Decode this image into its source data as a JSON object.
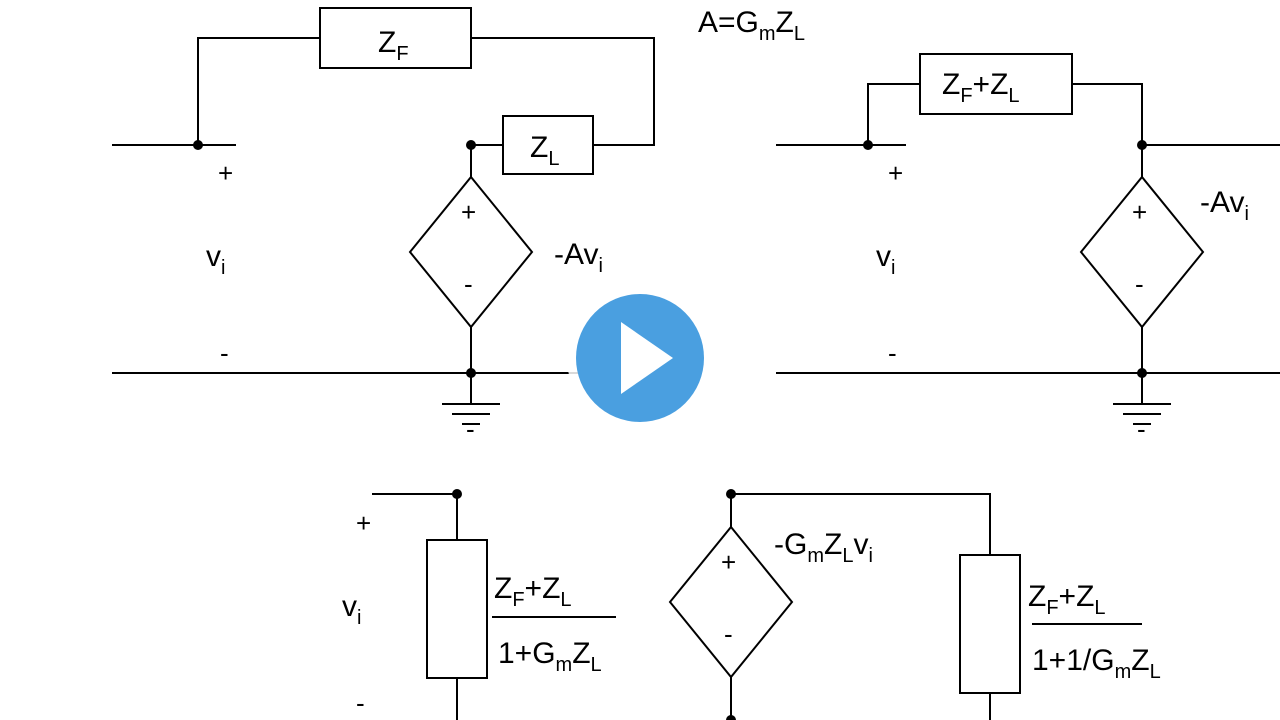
{
  "equation": {
    "main": "A=G",
    "sub1": "m",
    "mid": "Z",
    "sub2": "L"
  },
  "circuit1": {
    "zf": {
      "main": "Z",
      "sub": "F"
    },
    "zl": {
      "main": "Z",
      "sub": "L"
    },
    "plus": "+",
    "minus": "-",
    "vi": {
      "main": "v",
      "sub": "i"
    },
    "src_plus": "+",
    "src_minus": "-",
    "src_label": {
      "main": "-Av",
      "sub": "i"
    },
    "gnd_minus": "-"
  },
  "circuit2": {
    "zsum": {
      "z1": "Z",
      "s1": "F",
      "mid": "+Z",
      "s2": "L"
    },
    "plus": "+",
    "minus": "-",
    "vi": {
      "main": "v",
      "sub": "i"
    },
    "src_plus": "+",
    "src_minus": "-",
    "src_label": {
      "main": "-Av",
      "sub": "i"
    },
    "gnd_minus": "-"
  },
  "circuit3": {
    "plus": "+",
    "minus": "-",
    "vi": {
      "main": "v",
      "sub": "i"
    },
    "num1": {
      "z1": "Z",
      "s1": "F",
      "mid": "+Z",
      "s2": "L"
    },
    "den1": {
      "a": "1+G",
      "s1": "m",
      "b": "Z",
      "s2": "L"
    },
    "src_plus": "+",
    "src_minus": "-",
    "src_label": {
      "a": "-G",
      "s1": "m",
      "b": "Z",
      "s2": "L",
      "c": "v",
      "s3": "i"
    },
    "num2": {
      "z1": "Z",
      "s1": "F",
      "mid": "+Z",
      "s2": "L"
    },
    "den2": {
      "a": "1+1/G",
      "s1": "m",
      "b": "Z",
      "s2": "L"
    }
  },
  "play_button": {
    "color": "#4a9fe0",
    "icon": "play-icon"
  }
}
